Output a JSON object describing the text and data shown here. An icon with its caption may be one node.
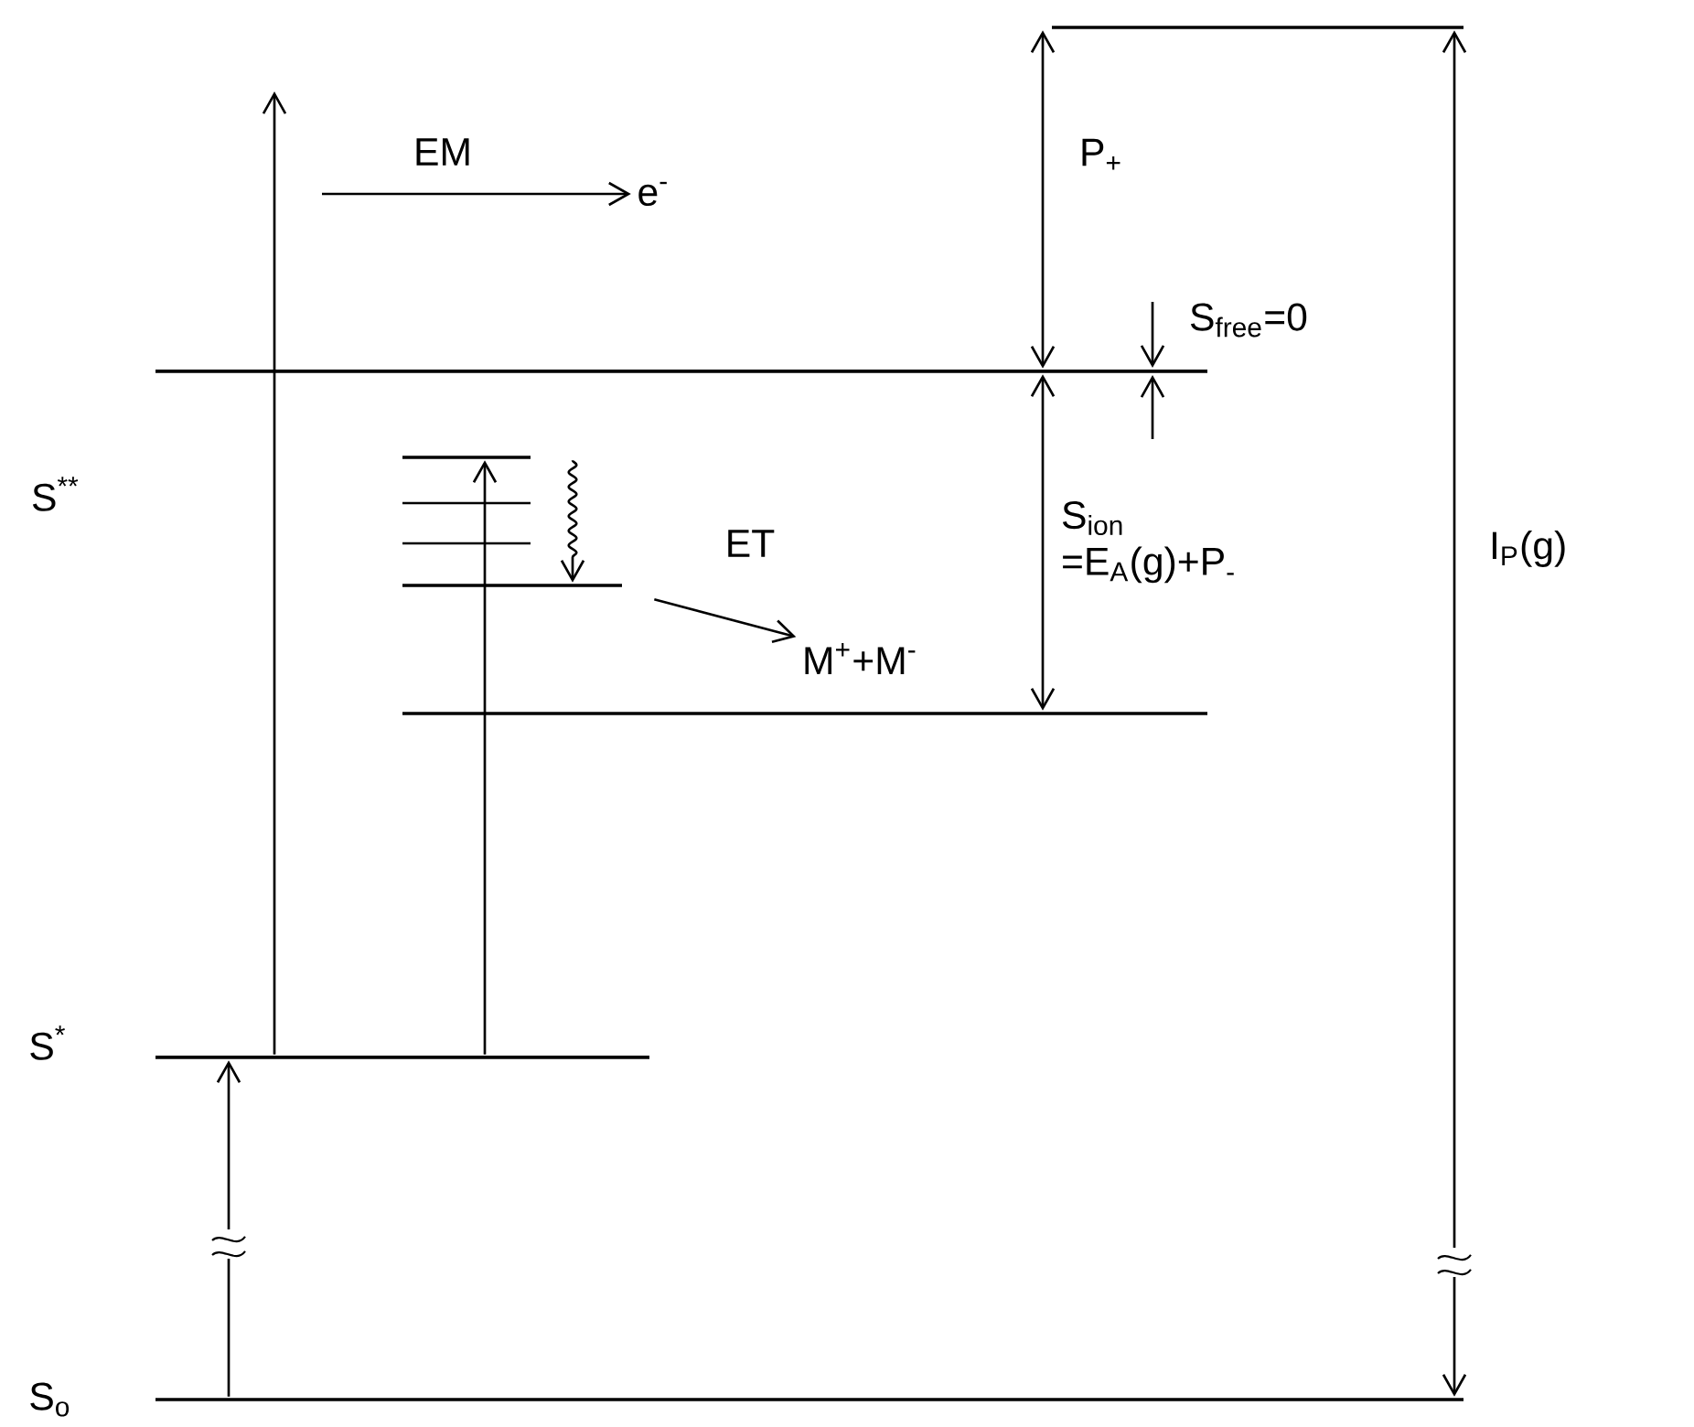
{
  "diagram": {
    "nodes": [
      {
        "text": [],
        "shape": "bar"
      },
      {
        "text": [],
        "shape": "bar"
      },
      {
        "text": [],
        "shape": "bar"
      },
      {
        "text": [],
        "shape": "bar"
      },
      {
        "text": [],
        "shape": "bar"
      },
      {
        "text": [],
        "shape": "bar",
        "beside": [
          "S$^{*}$"
        ]
      },
      {
        "text": [],
        "shape": "bar",
        "beside": [
          "S$_{o}$"
        ]
      },
      {
        "text": [
          "e$^{-}$"
        ]
      },
      {
        "text": [
          "M$^{+}$+M$^{-}$"
        ]
      }
    ],
    "edges": [
      {
        "from": 6,
        "to": 5,
        "arrow": "to"
      },
      {
        "from": 5,
        "to": null,
        "arrow": "to"
      },
      {
        "from": 5,
        "to": 2,
        "arrow": "to"
      },
      {
        "from": 2,
        "to": 3,
        "arrow": "to"
      },
      {
        "from": 3,
        "to": 8,
        "arrow": "to",
        "label": "ET"
      },
      {
        "from": null,
        "to": 7,
        "arrow": "to",
        "label": "EM"
      },
      {
        "from": 0,
        "to": 1,
        "arrow": "both"
      },
      {
        "from": 1,
        "to": 4,
        "arrow": "both"
      },
      {
        "from": 0,
        "to": 6,
        "arrow": "both"
      }
    ],
    "labels": [
      "S$^{**}$",
      "P$_{+}$",
      "S$_{free}$=0",
      "S$_{ion}$ =E$_{A}$(g)+P$_{-}$",
      "I$_{P}$(g)"
    ]
  }
}
